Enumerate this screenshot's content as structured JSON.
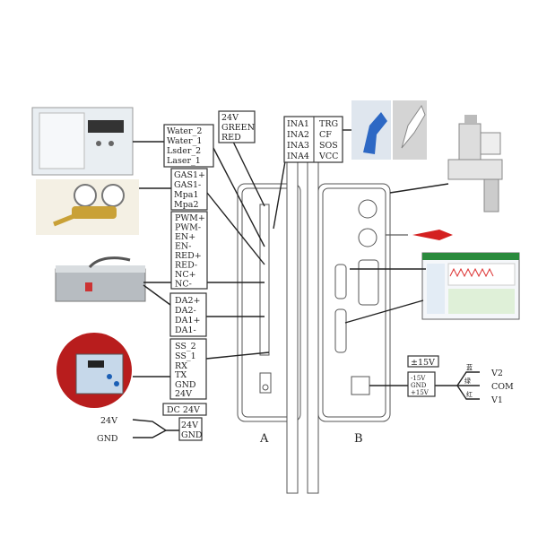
{
  "laser_box": [
    "Water_2",
    "Water_1",
    "Lsder_2",
    "Laser_1"
  ],
  "power_box": [
    "24V",
    "GREEN",
    "RED"
  ],
  "ina_box": {
    "left": [
      "INA1",
      "INA2",
      "INA3",
      "INA4"
    ],
    "right": [
      "TRG",
      "CF",
      "SOS",
      "VCC"
    ]
  },
  "gas_box": [
    "GAS1+",
    "GAS1-",
    "Mpa1",
    "Mpa2"
  ],
  "pwm_box": [
    "PWM+",
    "PWM-",
    "EN+",
    "EN-",
    "RED+",
    "RED-",
    "NC+",
    "NC-"
  ],
  "da_box": [
    "DA2+",
    "DA2-",
    "DA1+",
    "DA1-"
  ],
  "ss_box": [
    "SS_2",
    "SS_1",
    "RX",
    "TX",
    "GND",
    "24V"
  ],
  "dc_label": "DC 24V",
  "dc_box": [
    "24V",
    "GND"
  ],
  "dc_wires": [
    "24V",
    "GND"
  ],
  "pm15_label": "±15V",
  "supply_box": [
    "-15V",
    "GND",
    "+15V"
  ],
  "wire_colors_cn": [
    "蓝",
    "绿",
    "红"
  ],
  "outputs": [
    "V2",
    "COM",
    "V1"
  ],
  "device_labels": {
    "a": "A",
    "b": "B"
  }
}
